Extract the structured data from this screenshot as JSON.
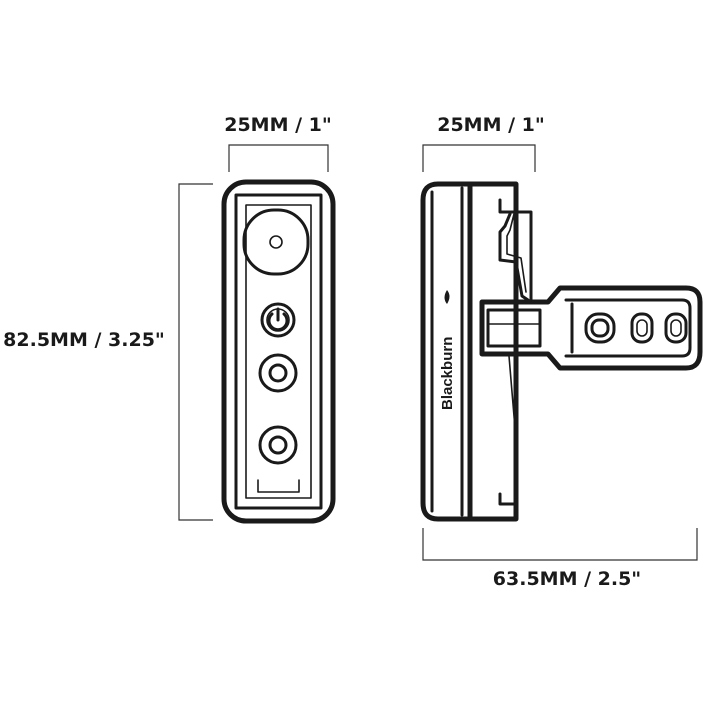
{
  "dimensions": {
    "front_width": "25MM / 1\"",
    "side_width": "25MM / 1\"",
    "height": "82.5MM / 3.25\"",
    "depth": "63.5MM / 2.5\""
  },
  "brand_text": "Blackburn",
  "colors": {
    "line": "#1a1a1a",
    "background": "#ffffff"
  },
  "icons": [
    "power-icon",
    "blackburn-logo-icon"
  ]
}
